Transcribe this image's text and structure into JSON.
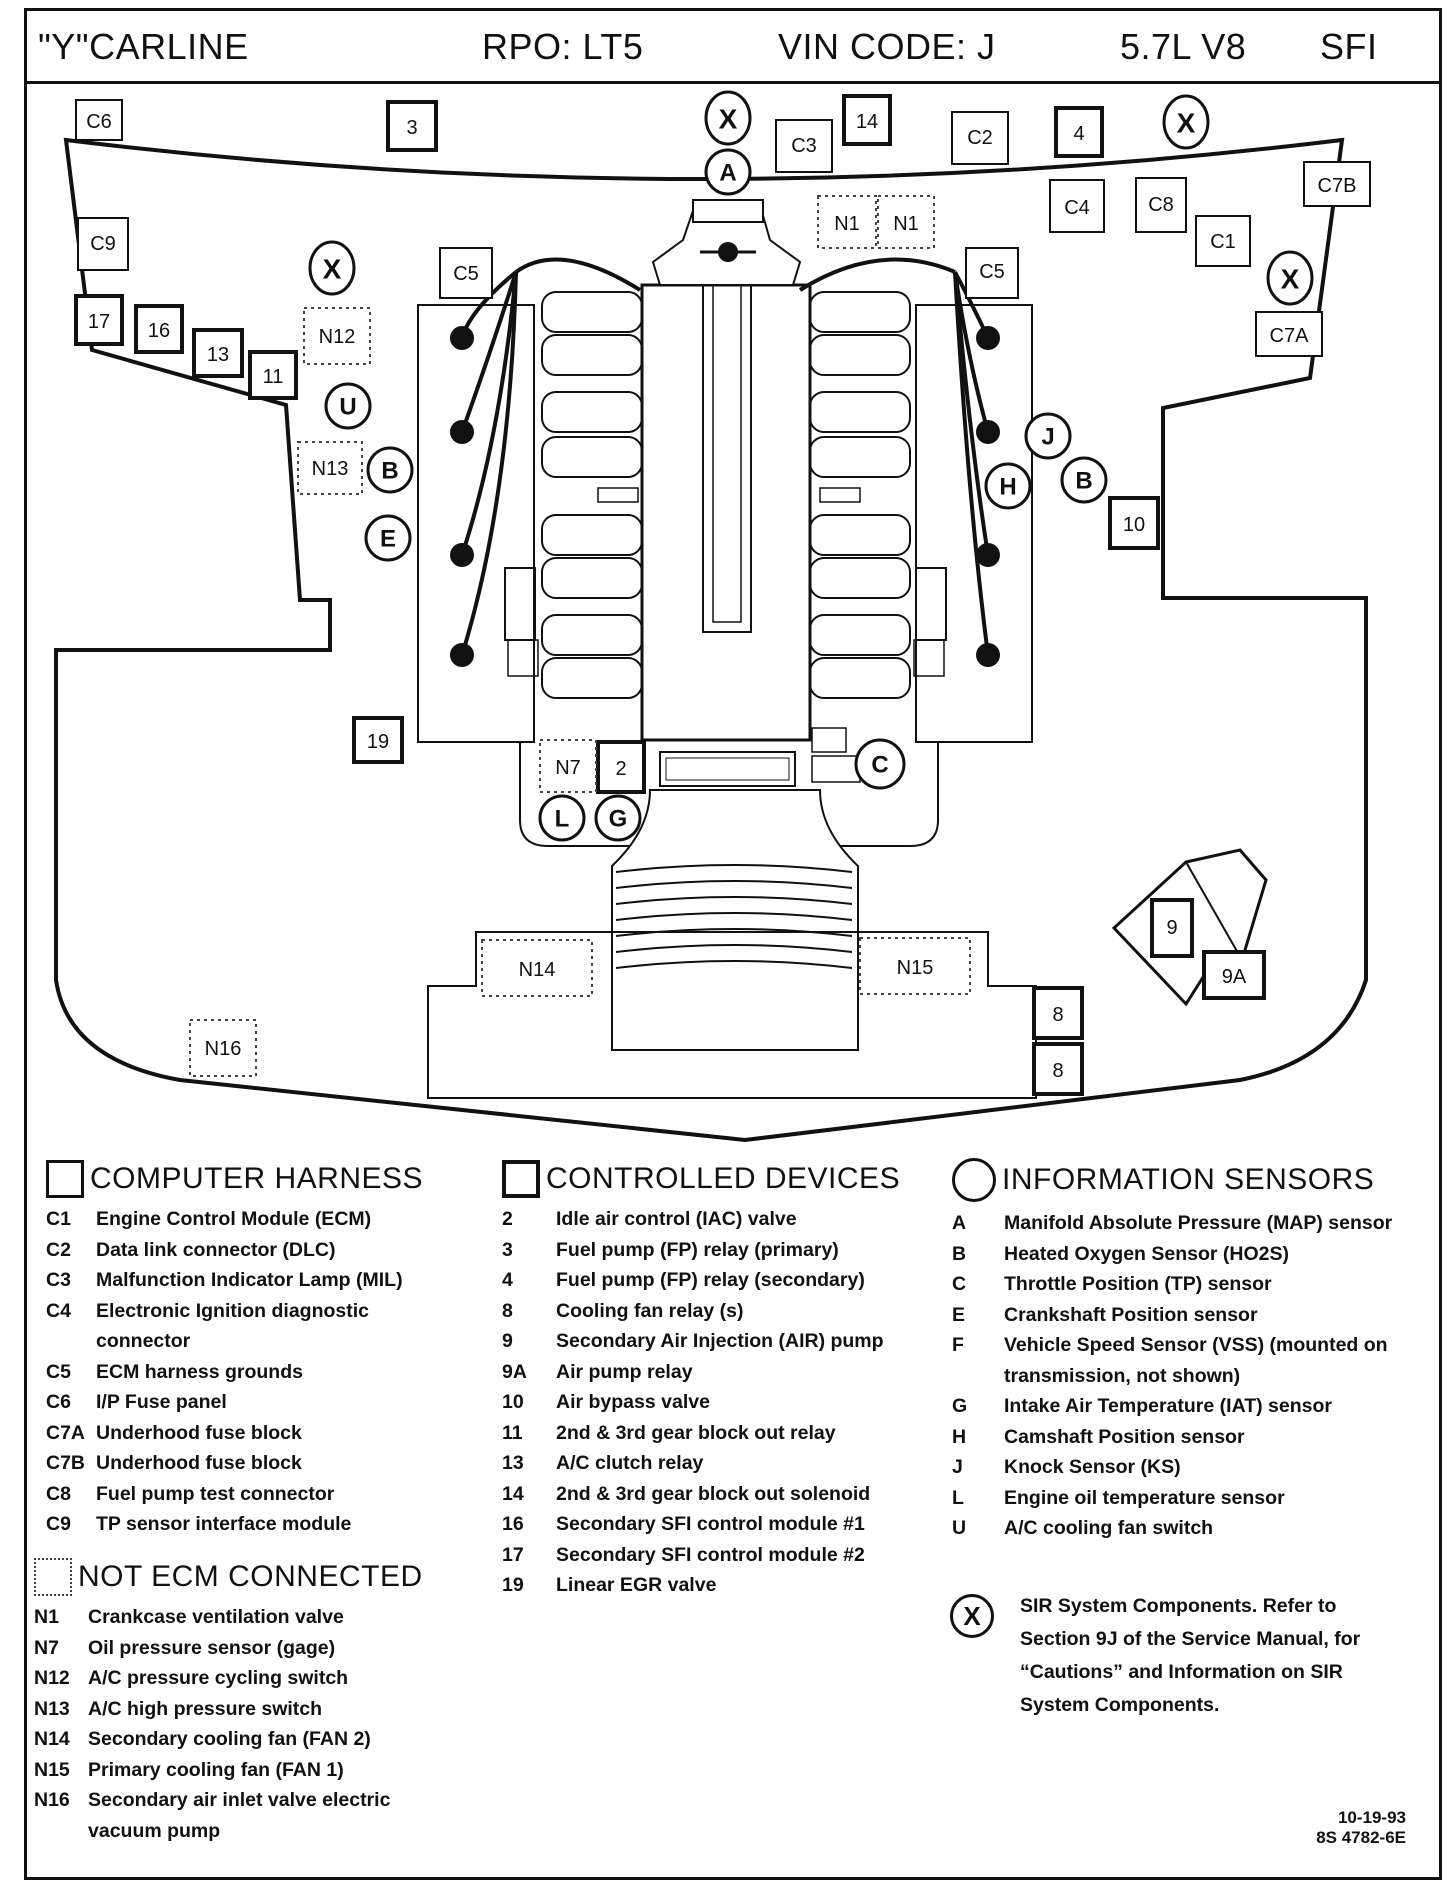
{
  "header": {
    "carline": "\"Y\"CARLINE",
    "rpo": "RPO: LT5",
    "vin": "VIN CODE:  J",
    "engine": "5.7L  V8",
    "fuel": "SFI"
  },
  "diagram_labels": {
    "C6": "C6",
    "C9": "C9",
    "C3": "C3",
    "C2": "C2",
    "C4": "C4",
    "C8": "C8",
    "C7B": "C7B",
    "C1": "C1",
    "C7A": "C7A",
    "C5": "C5",
    "n3": "3",
    "n14": "14",
    "n4": "4",
    "n17": "17",
    "n16": "16",
    "n13": "13",
    "n11": "11",
    "n10": "10",
    "n19": "19",
    "n2": "2",
    "n9": "9",
    "n9A": "9A",
    "n8": "8",
    "N1": "N1",
    "N12": "N12",
    "N13": "N13",
    "N7": "N7",
    "N14": "N14",
    "N15": "N15",
    "N16": "N16",
    "A": "A",
    "X": "X",
    "U": "U",
    "B": "B",
    "E": "E",
    "J": "J",
    "H": "H",
    "C": "C",
    "L": "L",
    "G": "G"
  },
  "legend": {
    "computer_harness": {
      "title": "COMPUTER HARNESS",
      "items": [
        {
          "code": "C1",
          "desc": "Engine Control Module (ECM)"
        },
        {
          "code": "C2",
          "desc": "Data link connector (DLC)"
        },
        {
          "code": "C3",
          "desc": "Malfunction Indicator Lamp (MIL)"
        },
        {
          "code": "C4",
          "desc": "Electronic Ignition diagnostic connector"
        },
        {
          "code": "C5",
          "desc": "ECM harness grounds"
        },
        {
          "code": "C6",
          "desc": "I/P Fuse panel"
        },
        {
          "code": "C7A",
          "desc": "Underhood fuse block"
        },
        {
          "code": "C7B",
          "desc": "Underhood fuse block"
        },
        {
          "code": "C8",
          "desc": "Fuel pump test connector"
        },
        {
          "code": "C9",
          "desc": "TP sensor interface module"
        }
      ]
    },
    "not_ecm": {
      "title": "NOT ECM CONNECTED",
      "items": [
        {
          "code": "N1",
          "desc": "Crankcase ventilation valve"
        },
        {
          "code": "N7",
          "desc": "Oil pressure sensor (gage)"
        },
        {
          "code": "N12",
          "desc": "A/C pressure cycling switch"
        },
        {
          "code": "N13",
          "desc": "A/C high pressure switch"
        },
        {
          "code": "N14",
          "desc": "Secondary cooling fan (FAN 2)"
        },
        {
          "code": "N15",
          "desc": "Primary cooling fan (FAN 1)"
        },
        {
          "code": "N16",
          "desc": "Secondary air inlet valve electric vacuum pump"
        }
      ]
    },
    "controlled_devices": {
      "title": "CONTROLLED DEVICES",
      "items": [
        {
          "code": "2",
          "desc": "Idle air control (IAC) valve"
        },
        {
          "code": "3",
          "desc": "Fuel pump (FP) relay (primary)"
        },
        {
          "code": "4",
          "desc": "Fuel pump (FP) relay (secondary)"
        },
        {
          "code": "8",
          "desc": "Cooling fan relay (s)"
        },
        {
          "code": "9",
          "desc": "Secondary Air Injection (AIR) pump"
        },
        {
          "code": "9A",
          "desc": "Air pump relay"
        },
        {
          "code": "10",
          "desc": "Air bypass valve"
        },
        {
          "code": "11",
          "desc": "2nd & 3rd gear block out relay"
        },
        {
          "code": "13",
          "desc": "A/C clutch relay"
        },
        {
          "code": "14",
          "desc": "2nd & 3rd gear block out solenoid"
        },
        {
          "code": "16",
          "desc": "Secondary SFI control module #1"
        },
        {
          "code": "17",
          "desc": "Secondary SFI control module #2"
        },
        {
          "code": "19",
          "desc": "Linear EGR valve"
        }
      ]
    },
    "information_sensors": {
      "title": "INFORMATION SENSORS",
      "items": [
        {
          "code": "A",
          "desc": "Manifold Absolute Pressure (MAP) sensor"
        },
        {
          "code": "B",
          "desc": "Heated Oxygen Sensor (HO2S)"
        },
        {
          "code": "C",
          "desc": "Throttle Position (TP) sensor"
        },
        {
          "code": "E",
          "desc": "Crankshaft Position sensor"
        },
        {
          "code": "F",
          "desc": "Vehicle Speed Sensor (VSS) (mounted on transmission, not shown)"
        },
        {
          "code": "G",
          "desc": "Intake Air Temperature (IAT) sensor"
        },
        {
          "code": "H",
          "desc": "Camshaft Position sensor"
        },
        {
          "code": "J",
          "desc": "Knock Sensor (KS)"
        },
        {
          "code": "L",
          "desc": "Engine oil temperature sensor"
        },
        {
          "code": "U",
          "desc": "A/C cooling fan switch"
        }
      ]
    },
    "sir": {
      "symbol": "X",
      "text": "SIR System Components.  Refer to Section 9J of the Service Manual, for “Cautions” and Information on SIR System Components."
    }
  },
  "footer": {
    "date": "10-19-93",
    "part": "8S 4782-6E"
  }
}
